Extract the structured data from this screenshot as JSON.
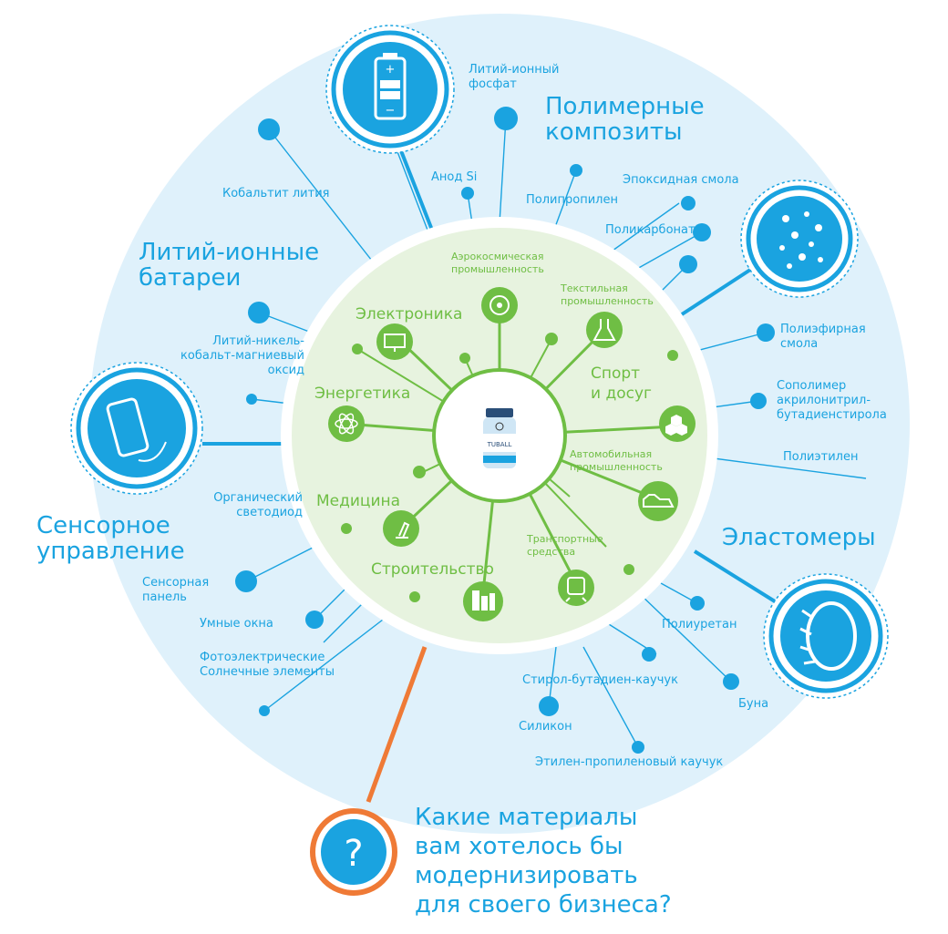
{
  "colors": {
    "blue": "#1aa3e0",
    "light_blue_bg": "#dff1fb",
    "green": "#6fbe44",
    "light_green_bg": "#e7f3df",
    "orange": "#ef7a36"
  },
  "categories": {
    "batteries": "Литий-ионные|батареи",
    "polymers": "Полимерные|композиты",
    "touch": "Сенсорное|управление",
    "elastomers": "Эластомеры"
  },
  "battery_items": {
    "li_phosphate": "Литий-ионный|фосфат",
    "anode_si": "Анод Si",
    "cobaltite": "Кобальтит лития",
    "nmc": "Литий-никель-|кобальт-магниевый|оксид"
  },
  "polymer_items": {
    "polypropylene": "Полипропилен",
    "epoxy": "Эпоксидная смола",
    "polycarbonate": "Поликарбонат",
    "polyester": "Полиэфирная|смола",
    "abs": "Сополимер|акрилонитрил-|бутадиенстирола",
    "polyethylene": "Полиэтилен"
  },
  "touch_items": {
    "oled": "Органический|светодиод",
    "touch_panel": "Сенсорная|панель",
    "smart_windows": "Умные окна",
    "solar": "Фотоэлектрические|Солнечные элементы"
  },
  "elastomer_items": {
    "polyurethane": "Полиуретан",
    "sbr": "Стирол-бутадиен-каучук",
    "buna": "Буна",
    "silicone": "Силикон",
    "epdm": "Этилен-пропиленовый каучук"
  },
  "industries": {
    "aerospace": "Аэрокосмическая|промышленность",
    "textile": "Текстильная|промышленность",
    "electronics": "Электроника",
    "sport": "Спорт|и досуг",
    "energy": "Энергетика",
    "automotive": "Автомобильная|промышленность",
    "medicine": "Медицина",
    "transport": "Транспортные|средства",
    "construction": "Строительство"
  },
  "product": {
    "label": "TUBALL"
  },
  "question": {
    "mark": "?",
    "text": "Какие материалы|вам хотелось бы|модернизировать|для своего бизнеса?"
  }
}
